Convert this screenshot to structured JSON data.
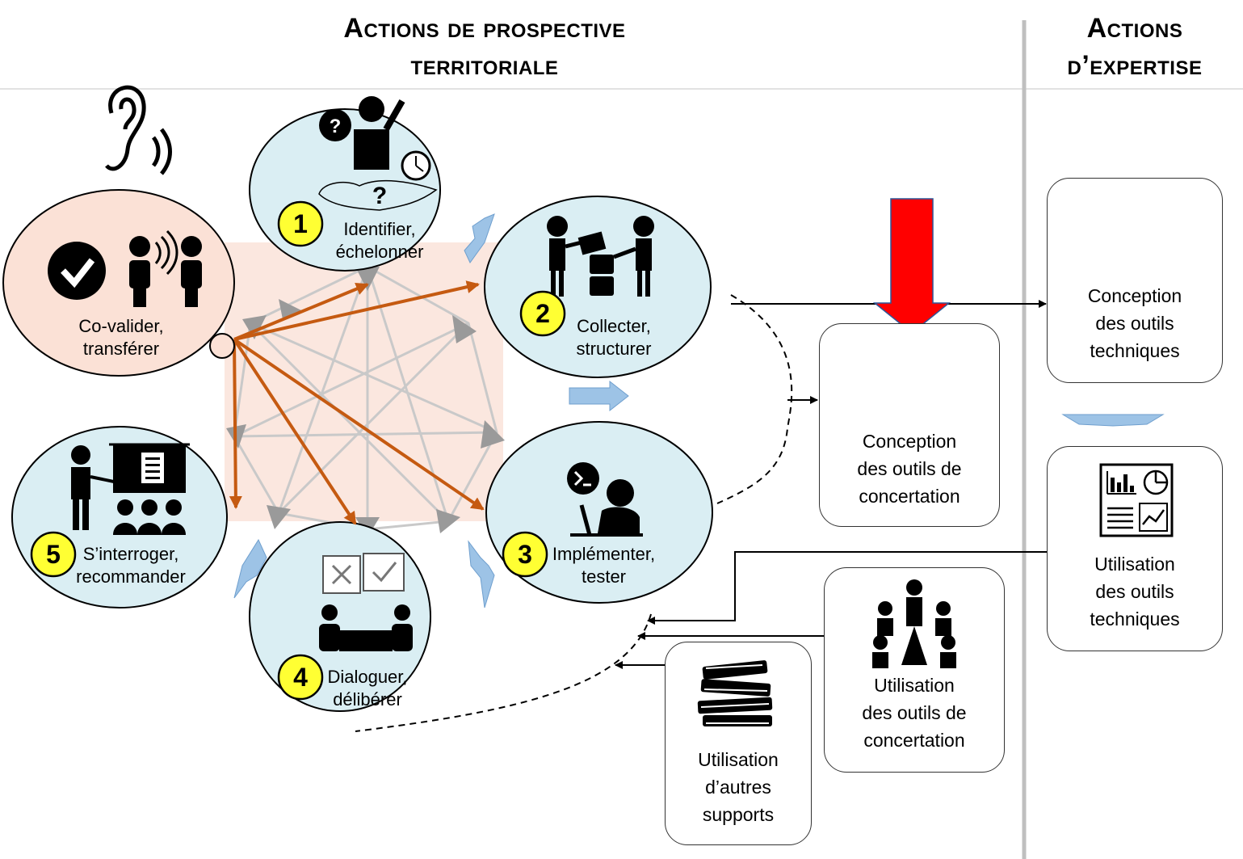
{
  "headers": {
    "left_line1": "Actions de prospective",
    "left_line2": "territoriale",
    "right_line1": "Actions",
    "right_line2": "d’expertise"
  },
  "steps": [
    {
      "number": "1",
      "label_line1": "Identifier,",
      "label_line2": "échelonner"
    },
    {
      "number": "2",
      "label_line1": "Collecter,",
      "label_line2": "structurer"
    },
    {
      "number": "3",
      "label_line1": "Implémenter,",
      "label_line2": "tester"
    },
    {
      "number": "4",
      "label_line1": "Dialoguer,",
      "label_line2": "délibérer"
    },
    {
      "number": "5",
      "label_line1": "S’interroger,",
      "label_line2": "recommander"
    }
  ],
  "center": {
    "label_line1": "Co-valider,",
    "label_line2": "transférer"
  },
  "cards": {
    "conception_concertation": [
      "Conception",
      "des outils de",
      "concertation"
    ],
    "conception_techniques": [
      "Conception",
      "des outils",
      "techniques"
    ],
    "utilisation_techniques": [
      "Utilisation",
      "des outils",
      "techniques"
    ],
    "utilisation_concertation": [
      "Utilisation",
      "des outils de",
      "concertation"
    ],
    "utilisation_autres": [
      "Utilisation",
      "d’autres",
      "supports"
    ]
  },
  "colors": {
    "step_fill": "#daeef3",
    "center_fill": "#fbe1d6",
    "badge_fill": "#ffff33",
    "orange_arrow": "#c55a11",
    "highlight_arrow": "#ff0000",
    "flow_arrow": "#9dc3e6",
    "divider": "#bfbfbf"
  }
}
